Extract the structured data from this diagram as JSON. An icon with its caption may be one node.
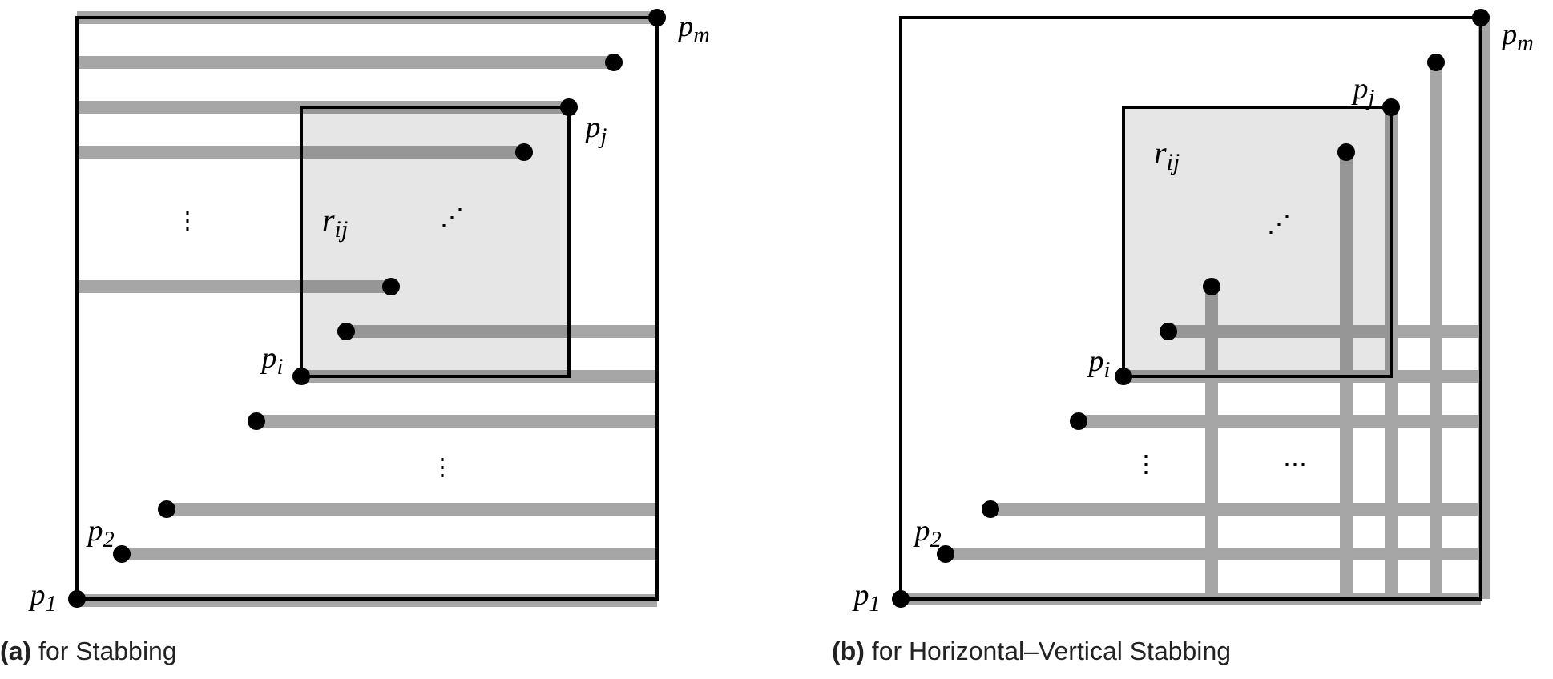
{
  "diagram": {
    "nodes": [
      {
        "text": [
          "r$_{ij}$"
        ]
      },
      {
        "text": [
          "r$_{ij}$"
        ]
      }
    ],
    "labels": [
      "p$_{m}$",
      "p$_{j}$",
      "⋮",
      "⋰",
      "p$_{i}$",
      "⋮",
      "p$_{2}$",
      "p$_{1}$",
      "p$_{m}$",
      "p$_{j}$",
      "⋰",
      "p$_{i}$",
      "⋮",
      "⋯",
      "p$_{2}$",
      "p$_{1}$",
      "**(a)** for Stabbing",
      "**(b)** for Horizontal–Vertical Stabbing"
    ]
  }
}
